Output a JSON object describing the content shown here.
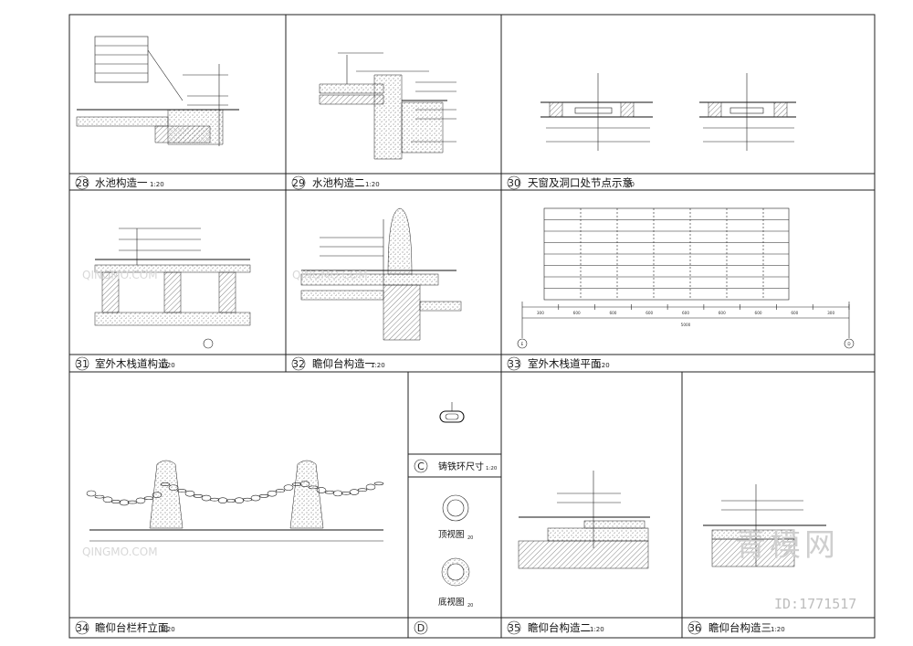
{
  "panels": [
    {
      "num": "28",
      "title": "水池构造一",
      "scale": "1:20"
    },
    {
      "num": "29",
      "title": "水池构造二",
      "scale": "1:20"
    },
    {
      "num": "30",
      "title": "天窗及洞口处节点示意",
      "scale": "20"
    },
    {
      "num": "31",
      "title": "室外木栈道构造",
      "scale": "1:20"
    },
    {
      "num": "32",
      "title": "瞻仰台构造一",
      "scale": "1:20"
    },
    {
      "num": "33",
      "title": "室外木栈道平面",
      "scale": "1:20"
    },
    {
      "num": "34",
      "title": "瞻仰台栏杆立面",
      "scale": "1:20"
    },
    {
      "num": "C",
      "title": "铸铁环尺寸",
      "scale": "1:20"
    },
    {
      "num": "D",
      "title": "",
      "scale": ""
    },
    {
      "num": "35",
      "title": "瞻仰台构造二",
      "scale": "1:20"
    },
    {
      "num": "36",
      "title": "瞻仰台构造三",
      "scale": "1:20"
    }
  ],
  "sub_views": {
    "top": "顶视图",
    "top_scale": "20",
    "bottom": "底视图",
    "bottom_scale": "20"
  },
  "dims_33": [
    "300",
    "600",
    "600",
    "600",
    "600",
    "600",
    "600",
    "600",
    "300"
  ],
  "dims_33_total": "5000",
  "axis_33": [
    "E",
    "D"
  ],
  "watermark": {
    "brand": "青模网",
    "id": "ID:1771517",
    "small": "QINGMO.COM"
  }
}
